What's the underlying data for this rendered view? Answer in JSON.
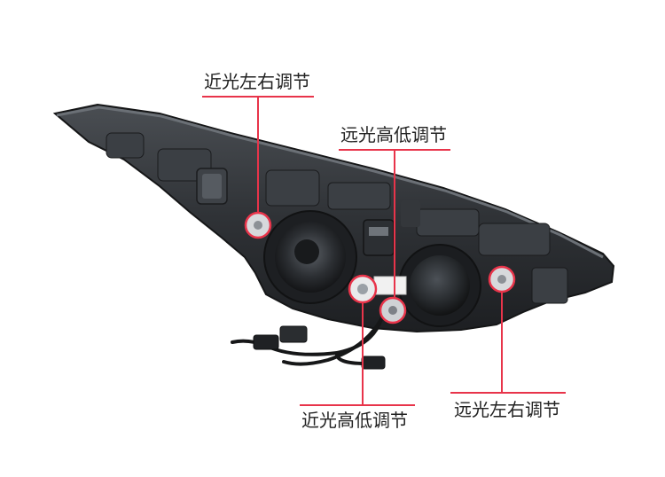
{
  "callouts": {
    "low_beam_horizontal": "近光左右调节",
    "high_beam_vertical": "远光高低调节",
    "low_beam_vertical": "近光高低调节",
    "high_beam_horizontal": "远光左右调节"
  },
  "colors": {
    "accent": "#e8344a",
    "housing": "#2a2d31",
    "text": "#222222",
    "background": "#ffffff"
  }
}
